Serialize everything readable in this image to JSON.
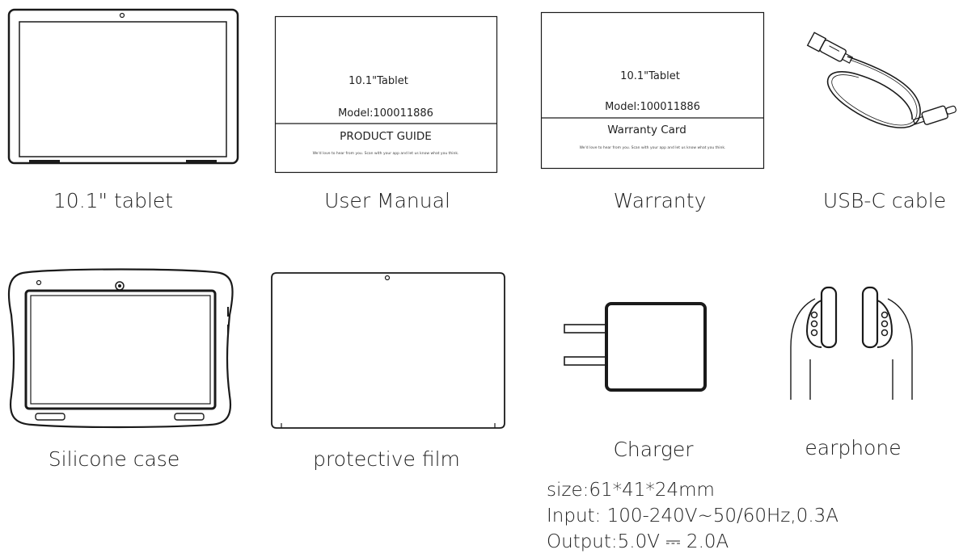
{
  "items": {
    "tablet": {
      "caption": "10.1\" tablet",
      "icon": "tablet-icon"
    },
    "user_manual": {
      "caption": "User Manual",
      "product": "10.1\"Tablet",
      "model": "Model:100011886",
      "heading": "PRODUCT GUIDE",
      "fine_print": "We'd love to hear from you. Scan with your app and let us know what you think."
    },
    "warranty": {
      "caption": "Warranty",
      "product": "10.1\"Tablet",
      "model": "Model:100011886",
      "heading": "Warranty Card",
      "fine_print": "We'd love to hear from you. Scan with your app and let us know what you think."
    },
    "usb_cable": {
      "caption": "USB-C cable",
      "icon": "usb-c-cable-icon"
    },
    "silicone_case": {
      "caption": "Silicone case",
      "icon": "silicone-case-icon"
    },
    "protective_film": {
      "caption": "protective film",
      "icon": "protective-film-icon"
    },
    "charger": {
      "caption": "Charger",
      "icon": "charger-icon"
    },
    "earphone": {
      "caption": "earphone",
      "icon": "earphone-icon"
    }
  },
  "charger_specs": {
    "size": "size:61*41*24mm",
    "input": "Input: 100-240V~50/60Hz,0.3A",
    "output": "Output:5.0V ⎓ 2.0A"
  },
  "colors": {
    "line": "#1a1a1a",
    "background": "#ffffff"
  }
}
